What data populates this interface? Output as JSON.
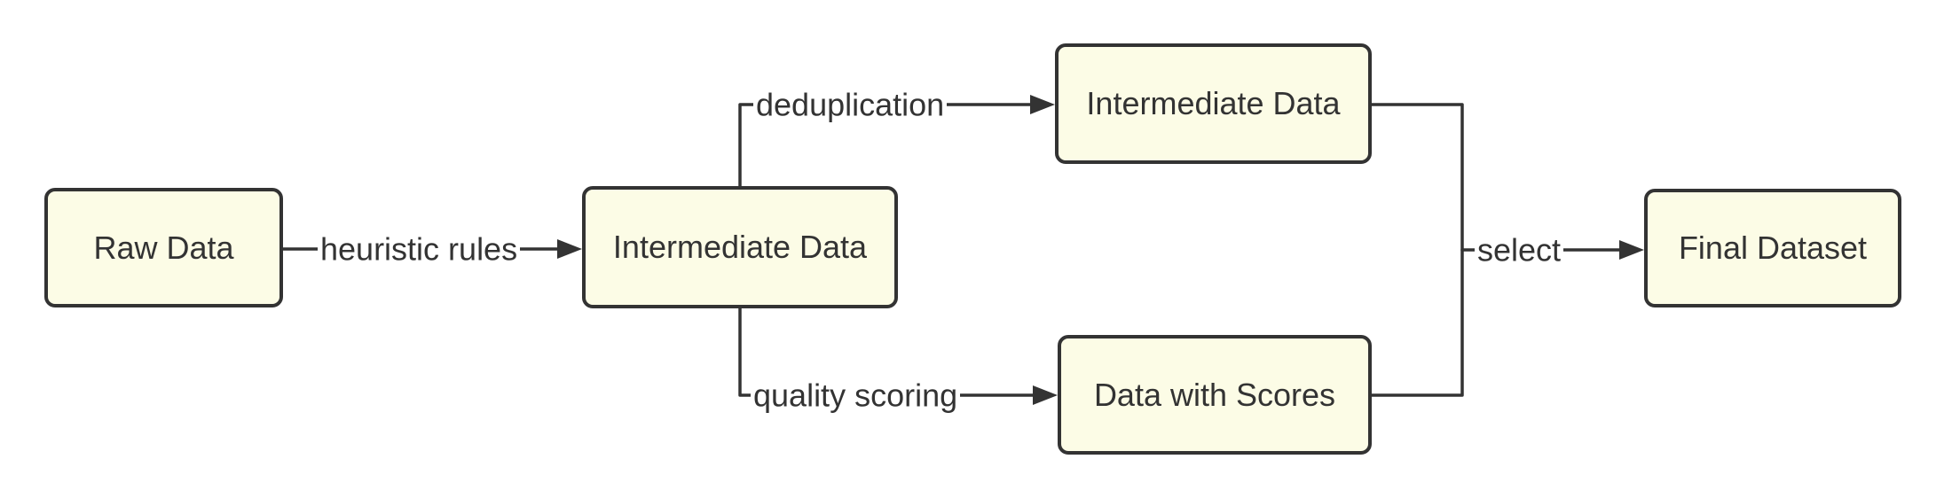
{
  "diagram": {
    "type": "flowchart",
    "direction": "left-to-right",
    "background": "#ffffff",
    "colors": {
      "node_fill": "#fcfce6",
      "node_border": "#333333",
      "edge_stroke": "#333333",
      "text": "#333333"
    },
    "nodes": [
      {
        "id": "raw",
        "label": "Raw Data"
      },
      {
        "id": "mid",
        "label": "Intermediate Data"
      },
      {
        "id": "dedup",
        "label": "Intermediate Data"
      },
      {
        "id": "scores",
        "label": "Data with Scores"
      },
      {
        "id": "final",
        "label": "Final Dataset"
      }
    ],
    "edges": [
      {
        "from": "raw",
        "to": "mid",
        "label": "heuristic rules"
      },
      {
        "from": "mid",
        "to": "dedup",
        "label": "deduplication"
      },
      {
        "from": "mid",
        "to": "scores",
        "label": "quality scoring"
      },
      {
        "from": "dedup+scores",
        "to": "final",
        "label": "select"
      }
    ]
  }
}
